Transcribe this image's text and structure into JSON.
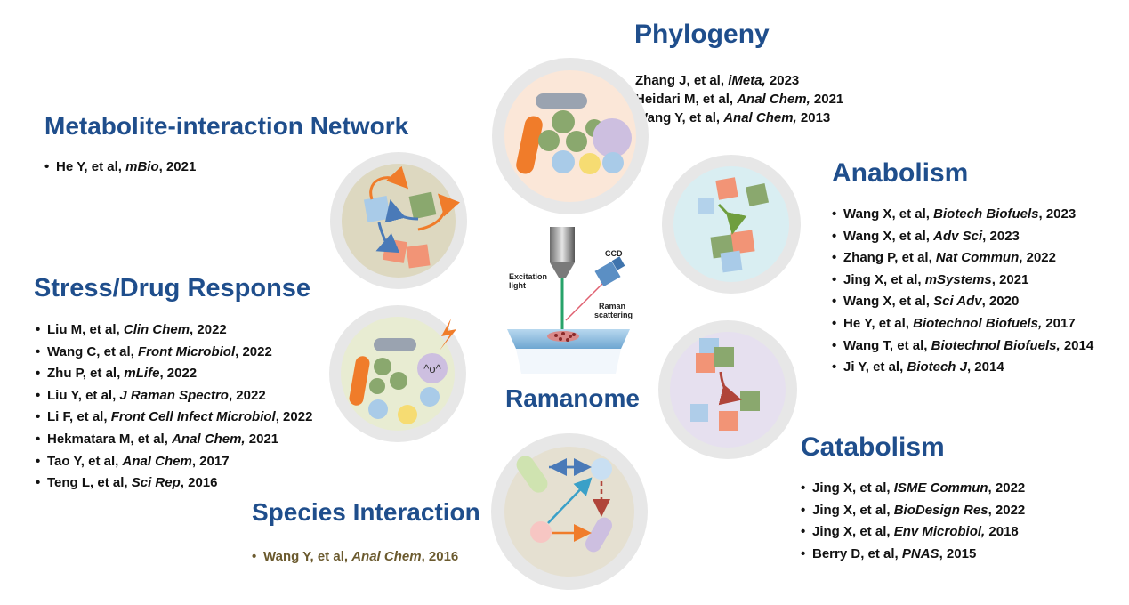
{
  "center_label": "Ramanome",
  "instrument": {
    "excitation": [
      "Excitation",
      "light"
    ],
    "ccd": "CCD",
    "raman": [
      "Raman",
      "scattering"
    ]
  },
  "sections": {
    "phylogeny": {
      "title": "Phylogeny",
      "refs": [
        {
          "author": "Zhang J, et al,",
          "journal": "iMeta,",
          "year": "2023"
        },
        {
          "author": "Heidari M, et al,",
          "journal": "Anal Chem,",
          "year": "2021"
        },
        {
          "author": "Wang Y, et al,",
          "journal": "Anal Chem,",
          "year": "2013"
        }
      ]
    },
    "metabolite": {
      "title": "Metabolite-interaction Network",
      "refs": [
        {
          "author": "He Y, et al,",
          "journal": "mBio",
          "year": ", 2021"
        }
      ]
    },
    "anabolism": {
      "title": "Anabolism",
      "refs": [
        {
          "author": "Wang X, et al,",
          "journal": "Biotech Biofuels",
          "year": ", 2023"
        },
        {
          "author": "Wang X, et al,",
          "journal": "Adv Sci",
          "year": ", 2023"
        },
        {
          "author": "Zhang P, et al,",
          "journal": "Nat Commun",
          "year": ", 2022"
        },
        {
          "author": "Jing X, et al,",
          "journal": "mSystems",
          "year": ", 2021"
        },
        {
          "author": "Wang X, et al,",
          "journal": "Sci Adv",
          "year": ", 2020"
        },
        {
          "author": "He Y, et al,",
          "journal": "Biotechnol Biofuels,",
          "year": "2017"
        },
        {
          "author": "Wang T, et al,",
          "journal": "Biotechnol Biofuels,",
          "year": "2014"
        },
        {
          "author": "Ji Y, et al,",
          "journal": "Biotech J",
          "year": ", 2014"
        }
      ]
    },
    "stress": {
      "title": "Stress/Drug Response",
      "refs": [
        {
          "author": "Liu M, et al,",
          "journal": "Clin Chem",
          "year": ", 2022"
        },
        {
          "author": "Wang C, et al,",
          "journal": "Front Microbiol",
          "year": ", 2022"
        },
        {
          "author": "Zhu P, et al,",
          "journal": "mLife",
          "year": ", 2022"
        },
        {
          "author": "Liu Y, et al,",
          "journal": "J Raman Spectro",
          "year": ", 2022"
        },
        {
          "author": "Li F, et al,",
          "journal": "Front Cell Infect Microbiol",
          "year": ", 2022"
        },
        {
          "author": "Hekmatara M, et al,",
          "journal": "Anal Chem,",
          "year": "2021"
        },
        {
          "author": "Tao Y, et al,",
          "journal": "Anal Chem",
          "year": ", 2017"
        },
        {
          "author": "Teng L, et al,",
          "journal": "Sci Rep",
          "year": ", 2016"
        }
      ]
    },
    "catabolism": {
      "title": "Catabolism",
      "refs": [
        {
          "author": "Jing X, et al,",
          "journal": "ISME Commun",
          "year": ", 2022"
        },
        {
          "author": "Jing X, et al,",
          "journal": "BioDesign Res",
          "year": ", 2022"
        },
        {
          "author": "Jing X, et al,",
          "journal": "Env Microbiol,",
          "year": "2018"
        },
        {
          "author": "Berry D, et al,",
          "journal": "PNAS",
          "year": ", 2015"
        }
      ]
    },
    "species": {
      "title": "Species Interaction",
      "refs": [
        {
          "author": "Wang Y, et al,",
          "journal": "Anal Chem",
          "year": ", 2016"
        }
      ]
    }
  },
  "colors": {
    "heading": "#1f4e8c",
    "ring": "#e7e7e7",
    "phylogeny_bg": "#fbe7d8",
    "metabolite_bg": "#ddd8c0",
    "anabolism_bg": "#d9eef2",
    "stress_bg": "#e8ecd2",
    "catabolism_bg": "#e6e0ef",
    "species_bg": "#e5e0d1",
    "orange": "#f07c2a",
    "green": "#8aa86e",
    "blue": "#a9cbe8",
    "salmon": "#f29476",
    "lilac": "#cdbfe0",
    "gray": "#9aa3b0",
    "yellow": "#f6dc72"
  }
}
